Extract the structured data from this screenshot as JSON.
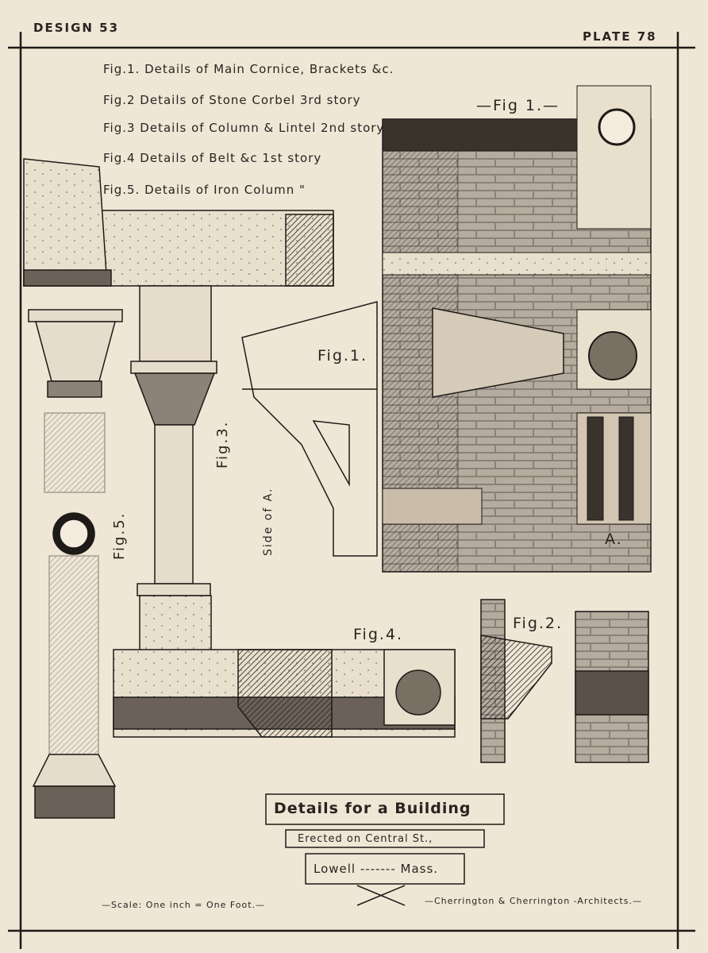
{
  "header": {
    "design": "DESIGN 53",
    "plate": "PLATE 78"
  },
  "legend": [
    "Fig.1. Details of Main Cornice, Brackets &c.",
    "Fig.2 Details of Stone Corbel 3rd story",
    "Fig.3 Details of Column & Lintel 2nd story",
    "Fig.4 Details of Belt &c 1st story",
    "Fig.5. Details of Iron Column \""
  ],
  "figure_labels": {
    "fig1_top": "—Fig 1.—",
    "fig1": "Fig.1.",
    "fig2": "Fig.2.",
    "fig3": "Fig.3.",
    "fig4": "Fig.4.",
    "fig5": "Fig.5.",
    "side_of_a": "Side of A.",
    "a": "A."
  },
  "title_block": {
    "title": "Details for a Building",
    "subtitle": "Erected on Central St.,",
    "location": "Lowell ------- Mass."
  },
  "footer": {
    "scale": "—Scale: One inch = One Foot.—",
    "architects": "—Cherrington & Cherrington -Architects.—"
  }
}
